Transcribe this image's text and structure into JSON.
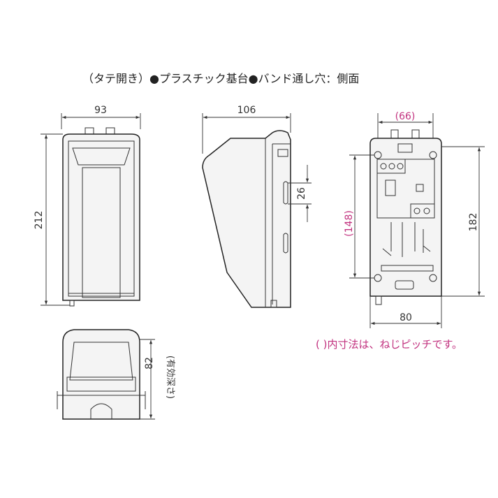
{
  "title": "（タテ開き）●プラスチック基台●バンド通し穴：側面",
  "note": "( )内寸法は、ねじピッチです。",
  "colors": {
    "line": "#222222",
    "accent": "#c2327f"
  },
  "front_view": {
    "width": "93",
    "height": "212"
  },
  "side_view": {
    "depth": "106",
    "slot": "26"
  },
  "base_view": {
    "pitch_x": "(66)",
    "pitch_y": "(148)",
    "height": "182",
    "width": "80"
  },
  "bottom_view": {
    "depth": "82",
    "depth_note": "(有効深さ)"
  }
}
